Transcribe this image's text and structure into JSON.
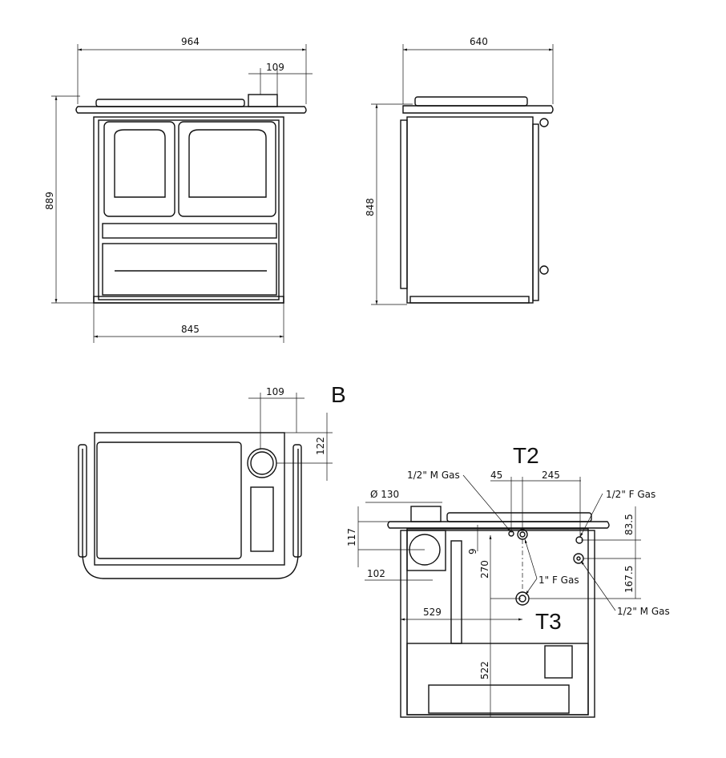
{
  "front_view": {
    "width": "964",
    "flue_offset": "109",
    "height": "889",
    "base_width": "845"
  },
  "side_view": {
    "depth": "640",
    "height": "848"
  },
  "top_view": {
    "label": "B",
    "flue_offset": "109",
    "flue_depth": "122"
  },
  "rear_view": {
    "label_t2": "T2",
    "label_t3": "T3",
    "gas_m_left": "1/2\" M Gas",
    "gas_f_right": "1/2\" F Gas",
    "gas_f_1in": "1\" F Gas",
    "gas_m_right": "1/2\" M Gas",
    "dim_45": "45",
    "dim_245": "245",
    "flue_diameter": "Ø 130",
    "dim_117": "117",
    "dim_9": "9",
    "dim_83_5": "83.5",
    "dim_270": "270",
    "dim_167_5": "167.5",
    "dim_102": "102",
    "dim_529": "529",
    "dim_522": "522"
  }
}
